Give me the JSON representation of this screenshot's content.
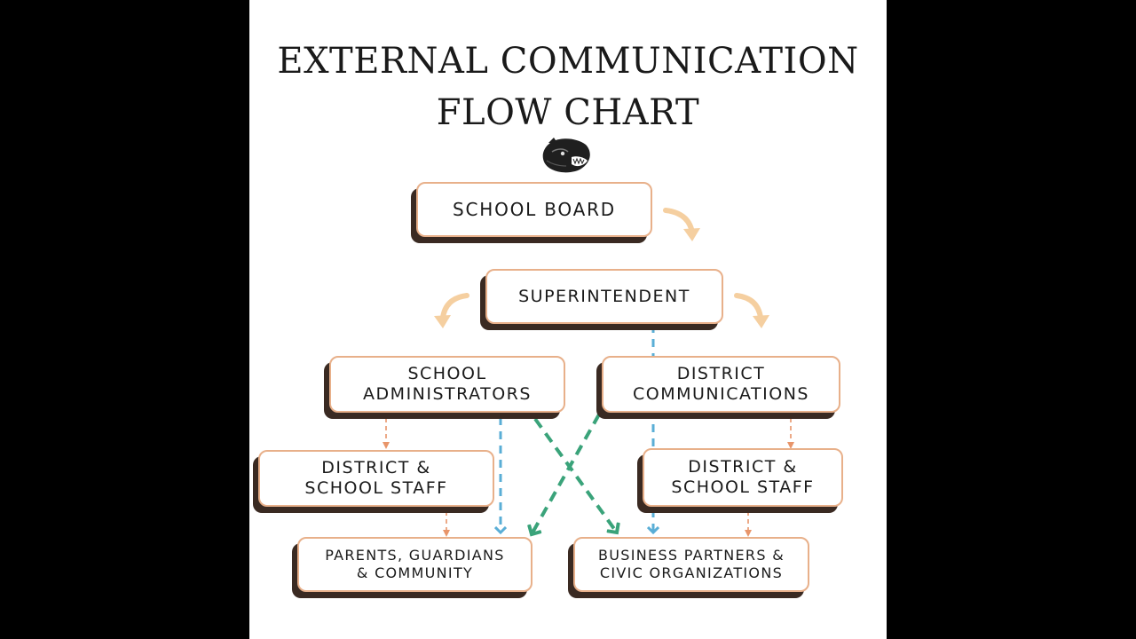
{
  "title": {
    "line1": "EXTERNAL COMMUNICATION",
    "line2": "FLOW CHART"
  },
  "logo": {
    "icon": "panther-logo-icon"
  },
  "nodes": {
    "school_board": {
      "line1": "SCHOOL BOARD"
    },
    "superintendent": {
      "line1": "SUPERINTENDENT"
    },
    "school_administrators": {
      "line1": "SCHOOL",
      "line2": "ADMINISTRATORS"
    },
    "district_communications": {
      "line1": "DISTRICT",
      "line2": "COMMUNICATIONS"
    },
    "district_school_staff_left": {
      "line1": "DISTRICT &",
      "line2": "SCHOOL STAFF"
    },
    "district_school_staff_right": {
      "line1": "DISTRICT &",
      "line2": "SCHOOL STAFF"
    },
    "parents_guardians_community": {
      "line1": "PARENTS, GUARDIANS",
      "line2": "& COMMUNITY"
    },
    "business_partners_civic": {
      "line1": "BUSINESS PARTNERS &",
      "line2": "CIVIC ORGANIZATIONS"
    }
  },
  "colors": {
    "background": "#000000",
    "sheet": "#ffffff",
    "box_border": "#e8b08a",
    "box_shadow": "#3a2a22",
    "highlight_text": "#d42a2a",
    "curved_arrow": "#f5cfa0",
    "orange_dashed": "#e8956a",
    "blue_dashed": "#5aaed6",
    "green_dashed": "#3aa37a"
  }
}
